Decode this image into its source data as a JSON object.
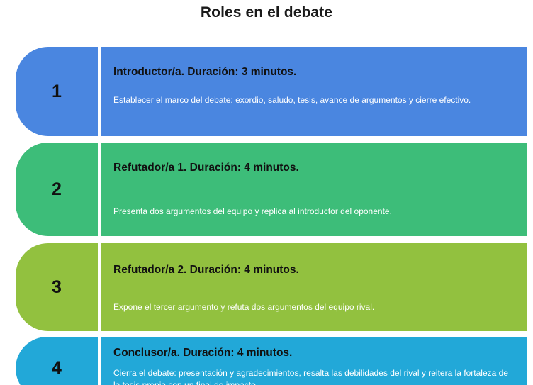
{
  "page": {
    "title": "Roles en el debate",
    "background": "#ffffff",
    "title_color": "#1a1a1a"
  },
  "rows": [
    {
      "number": "1",
      "color": "#4a86e0",
      "heading": "Introductor/a. Duración: 3 minutos.",
      "body": "Establecer el marco del debate: exordio, saludo, tesis, avance de argumentos y cierre efectivo."
    },
    {
      "number": "2",
      "color": "#3dbd79",
      "heading": "Refutador/a 1. Duración: 4 minutos.",
      "body": "Presenta dos argumentos del equipo y replica al introductor del oponente."
    },
    {
      "number": "3",
      "color": "#92c13f",
      "heading": "Refutador/a 2. Duración: 4 minutos.",
      "body": "Expone el tercer argumento y refuta dos argumentos del equipo rival."
    },
    {
      "number": "4",
      "color": "#22a8d8",
      "heading": "Conclusor/a. Duración: 4 minutos.",
      "body": "Cierra el debate: presentación y agradecimientos, resalta las debilidades del rival y reitera la fortaleza de la tesis propia con un final de impacto."
    }
  ]
}
